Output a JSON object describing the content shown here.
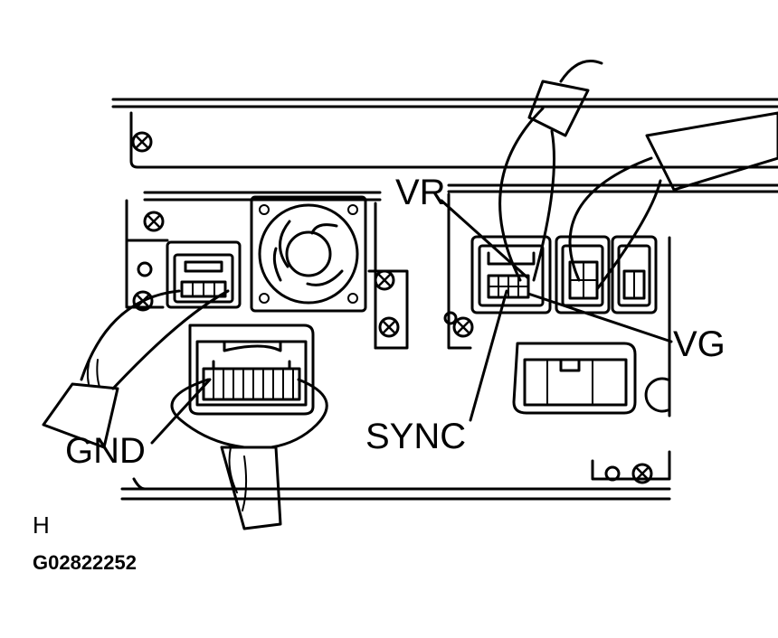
{
  "labels": {
    "vr": "VR",
    "vg": "VG",
    "sync": "SYNC",
    "gnd": "GND",
    "view_letter": "H",
    "figure_code": "G02822252"
  },
  "colors": {
    "ink": "#000000",
    "paper": "#ffffff"
  }
}
